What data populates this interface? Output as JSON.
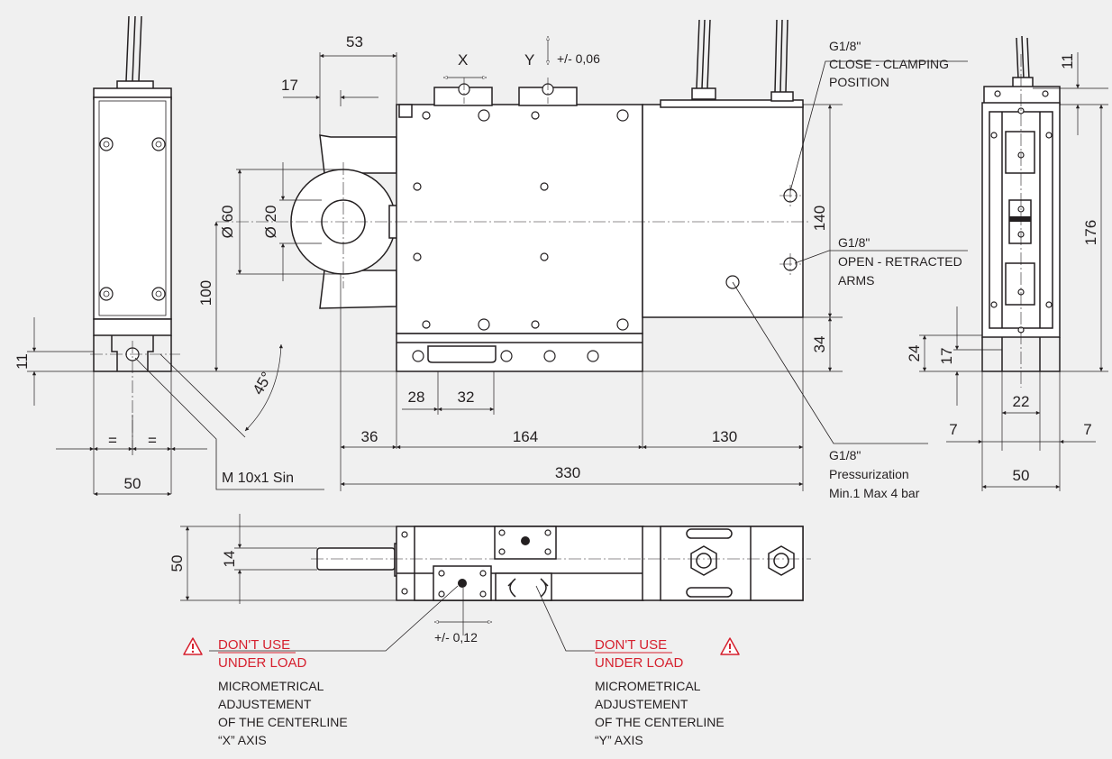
{
  "dimensions": {
    "d53": "53",
    "d17": "17",
    "d60": "Ø 60",
    "d20": "Ø 20",
    "d100": "100",
    "d11_left": "11",
    "d45": "45°",
    "eq1": "=",
    "eq2": "=",
    "d50_left": "50",
    "d28": "28",
    "d32": "32",
    "d36": "36",
    "d164": "164",
    "d130": "130",
    "d330": "330",
    "d140": "140",
    "d34": "34",
    "d11_right": "11",
    "d176": "176",
    "d24": "24",
    "d17_right": "17",
    "d22": "22",
    "d7a": "7",
    "d7b": "7",
    "d50_right": "50",
    "d50_bottom": "50",
    "d14": "14",
    "d012": "+/- 0,12"
  },
  "axes": {
    "x": "X",
    "y": "Y",
    "y_tol": "+/- 0,06"
  },
  "callouts": {
    "thread": "M 10x1 Sin",
    "close_port": [
      "G1/8\"",
      "CLOSE - CLAMPING",
      "POSITION"
    ],
    "open_port": [
      "G1/8\"",
      "OPEN - RETRACTED",
      "ARMS"
    ],
    "press_port": [
      "G1/8\"",
      "Pressurization",
      "Min.1 Max 4 bar"
    ]
  },
  "warnings": {
    "left": {
      "line1": "DON'T USE",
      "line2": "UNDER LOAD",
      "desc": [
        "MICROMETRICAL",
        "ADJUSTEMENT",
        "OF THE CENTERLINE",
        "“X” AXIS"
      ]
    },
    "right": {
      "line1": "DON'T USE",
      "line2": "UNDER LOAD",
      "desc": [
        "MICROMETRICAL",
        "ADJUSTEMENT",
        "OF THE CENTERLINE",
        "“Y” AXIS"
      ]
    }
  },
  "colors": {
    "line": "#231f20",
    "warning": "#d6202e",
    "background": "#f0f0f0"
  },
  "icons": {
    "warning": "warning-triangle-icon"
  }
}
